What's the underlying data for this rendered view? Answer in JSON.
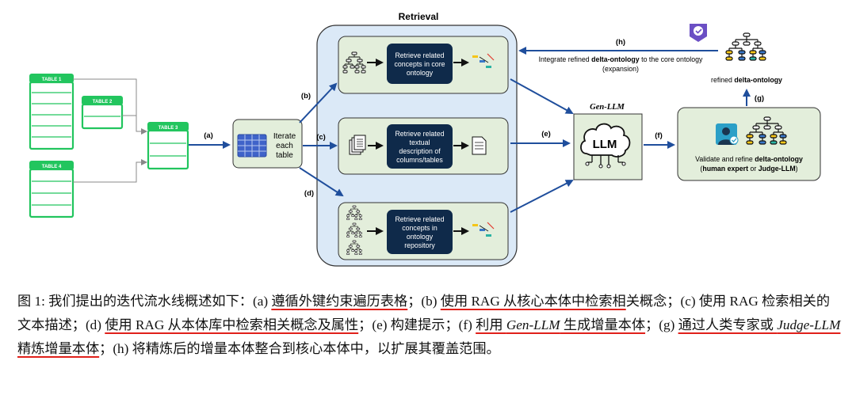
{
  "diagram": {
    "tables": [
      "TABLE 1",
      "TABLE 2",
      "TABLE 3",
      "TABLE 4"
    ],
    "iterate": {
      "label_lines": [
        "Iterate",
        "each",
        "table"
      ]
    },
    "retrieval": {
      "title": "Retrieval"
    },
    "steps": {
      "a": "(a)",
      "b": "(b)",
      "c": "(c)",
      "d": "(d)",
      "e": "(e)",
      "f": "(f)",
      "g": "(g)",
      "h": "(h)"
    },
    "retrieve_boxes": [
      {
        "lines": [
          "Retrieve related",
          "concepts in core",
          "ontology"
        ]
      },
      {
        "lines": [
          "Retrieve related",
          "textual",
          "description of",
          "columns/tables"
        ]
      },
      {
        "lines": [
          "Retrieve related",
          "concepts in",
          "ontology",
          "repository"
        ]
      }
    ],
    "gen_llm": {
      "title": "Gen-LLM",
      "badge": "LLM"
    },
    "validate": {
      "line1": "Validate and refine ",
      "line1_bold": "delta-ontology",
      "line2_open": "(",
      "line2_bold1": "human expert",
      "line2_mid": " or ",
      "line2_bold2": "Judge-LLM",
      "line2_close": ")"
    },
    "refined": {
      "prefix": "refined ",
      "bold": "delta-ontology"
    },
    "integrate": {
      "prefix": "Integrate refined ",
      "bold": "delta-ontology",
      "suffix": " to the core ontology",
      "line2": "(expansion)"
    },
    "colors": {
      "table_green": "#22c55e",
      "retrieval_blue": "#dbe9f7",
      "panel_green": "#e3eedb",
      "dark_box": "#0f2a4a",
      "arrow_blue": "#1f4e9c"
    }
  },
  "caption": {
    "p1": "图 1: 我们提出的迭代流水线概述如下：(a) ",
    "u1": "遵循外键约束遍历表格",
    "p2": "；(b) ",
    "u2": "使用 RAG 从核心本体中检索相",
    "p3": "关概念；(c) 使用 RAG 检索相关的文本描述；(d) ",
    "u3": "使用 RAG 从本体库中检索相关概念及属性",
    "p4": "；(e) 构建提示；(f) ",
    "u4a": "利用 ",
    "u4b": "Gen-LLM",
    "u4c": " 生成增量本体",
    "p5": "；(g) ",
    "u5a": "通过人类专家或 ",
    "u5b": "Judge-LLM",
    "u5c": " 精炼增量本体",
    "p6": "；(h) 将精炼后的增量本体整合到核心本体中，以扩展其覆盖范围。"
  }
}
